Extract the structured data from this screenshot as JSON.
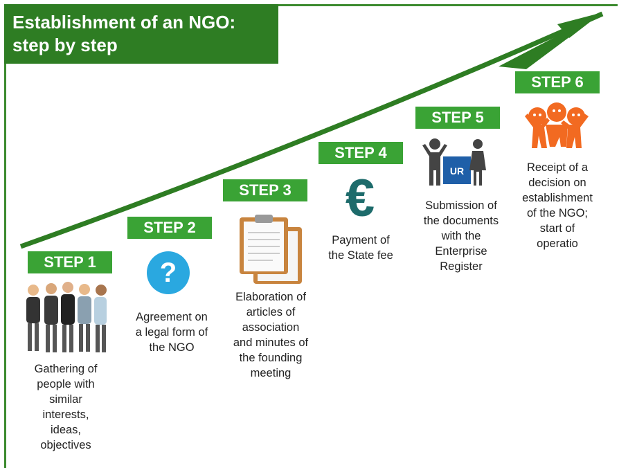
{
  "title": {
    "line1": "Establishment of an NGO:",
    "line2": "step by step"
  },
  "colors": {
    "accent": "#3aa335",
    "title_bg": "#2e7d23",
    "arrow": "#2e7d23",
    "question": "#2aa8e0",
    "euro": "#1d6b6b",
    "people6": "#f26a21"
  },
  "steps": [
    {
      "label": "STEP 1",
      "text": [
        "Gathering of",
        "people with",
        "similar",
        "interests,",
        "ideas,",
        "objectives"
      ],
      "icon": "people-group-icon"
    },
    {
      "label": "STEP 2",
      "text": [
        "Agreement on",
        "a legal form of",
        "the NGO"
      ],
      "icon": "question-icon"
    },
    {
      "label": "STEP 3",
      "text": [
        "Elaboration of",
        "articles of",
        "association",
        "and minutes of",
        "the founding",
        "meeting"
      ],
      "icon": "clipboard-icon"
    },
    {
      "label": "STEP 4",
      "text": [
        "Payment of",
        "the State fee"
      ],
      "icon": "euro-icon"
    },
    {
      "label": "STEP 5",
      "text": [
        "Submission of",
        "the documents",
        "with the",
        "Enterprise",
        "Register"
      ],
      "icon": "register-icon",
      "badge": "UR"
    },
    {
      "label": "STEP 6",
      "text": [
        "Receipt of a",
        "decision on",
        "establishment",
        "of the NGO;",
        "start of",
        "operatio"
      ],
      "icon": "celebrating-people-icon"
    }
  ]
}
